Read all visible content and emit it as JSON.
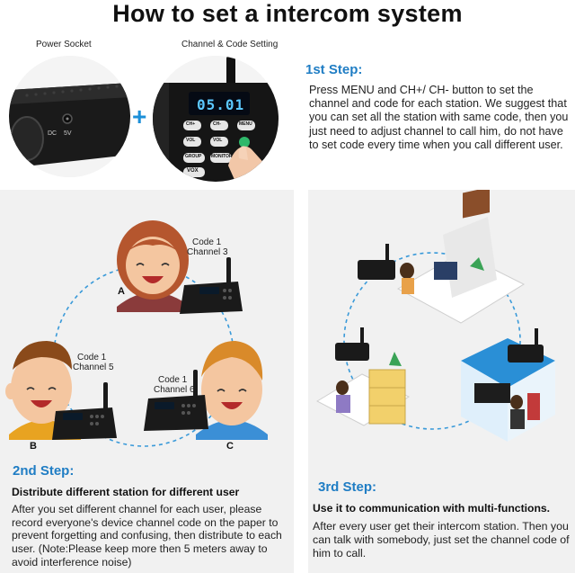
{
  "title": "How to set a intercom system",
  "top": {
    "power_label": "Power Socket",
    "channel_label": "Channel & Code Setting",
    "dc_label": "DC",
    "v_label": "5V",
    "display_value": "05.01",
    "buttons": [
      "CH+",
      "CH-",
      "MENU",
      "VOL",
      "VOL",
      "GROUP",
      "MONITOR",
      "VOX"
    ]
  },
  "step1": {
    "title": "1st Step:",
    "text": "Press MENU and CH+/ CH- button to set the channel and code for each station. We suggest that you can set all the station with same code, then you just need to adjust channel to call him, do not have to set code every time when you call different user."
  },
  "step2": {
    "title": "2nd Step:",
    "subtitle": "Distribute different station for different user",
    "text": "After you set different channel for each user, please record everyone's device channel code on the paper to prevent forgetting and confusing, then distribute to each user. (Note:Please keep more then 5 meters away to avoid interference noise)",
    "users": [
      {
        "letter": "A",
        "code": "Code 1",
        "channel": "Channel 3"
      },
      {
        "letter": "B",
        "code": "Code 1",
        "channel": "Channel 5"
      },
      {
        "letter": "C",
        "code": "Code 1",
        "channel": "Channel 6"
      }
    ]
  },
  "step3": {
    "title": "3rd Step:",
    "subtitle": "Use it to communication with multi-functions.",
    "text": "After every user get their intercom station. Then you can talk with somebody, just set the channel code of him to call."
  },
  "colors": {
    "accent": "#1f7dc4",
    "plus": "#1c8fd8",
    "panel": "#f1f1f1",
    "lcd": "#5cc8ff"
  }
}
